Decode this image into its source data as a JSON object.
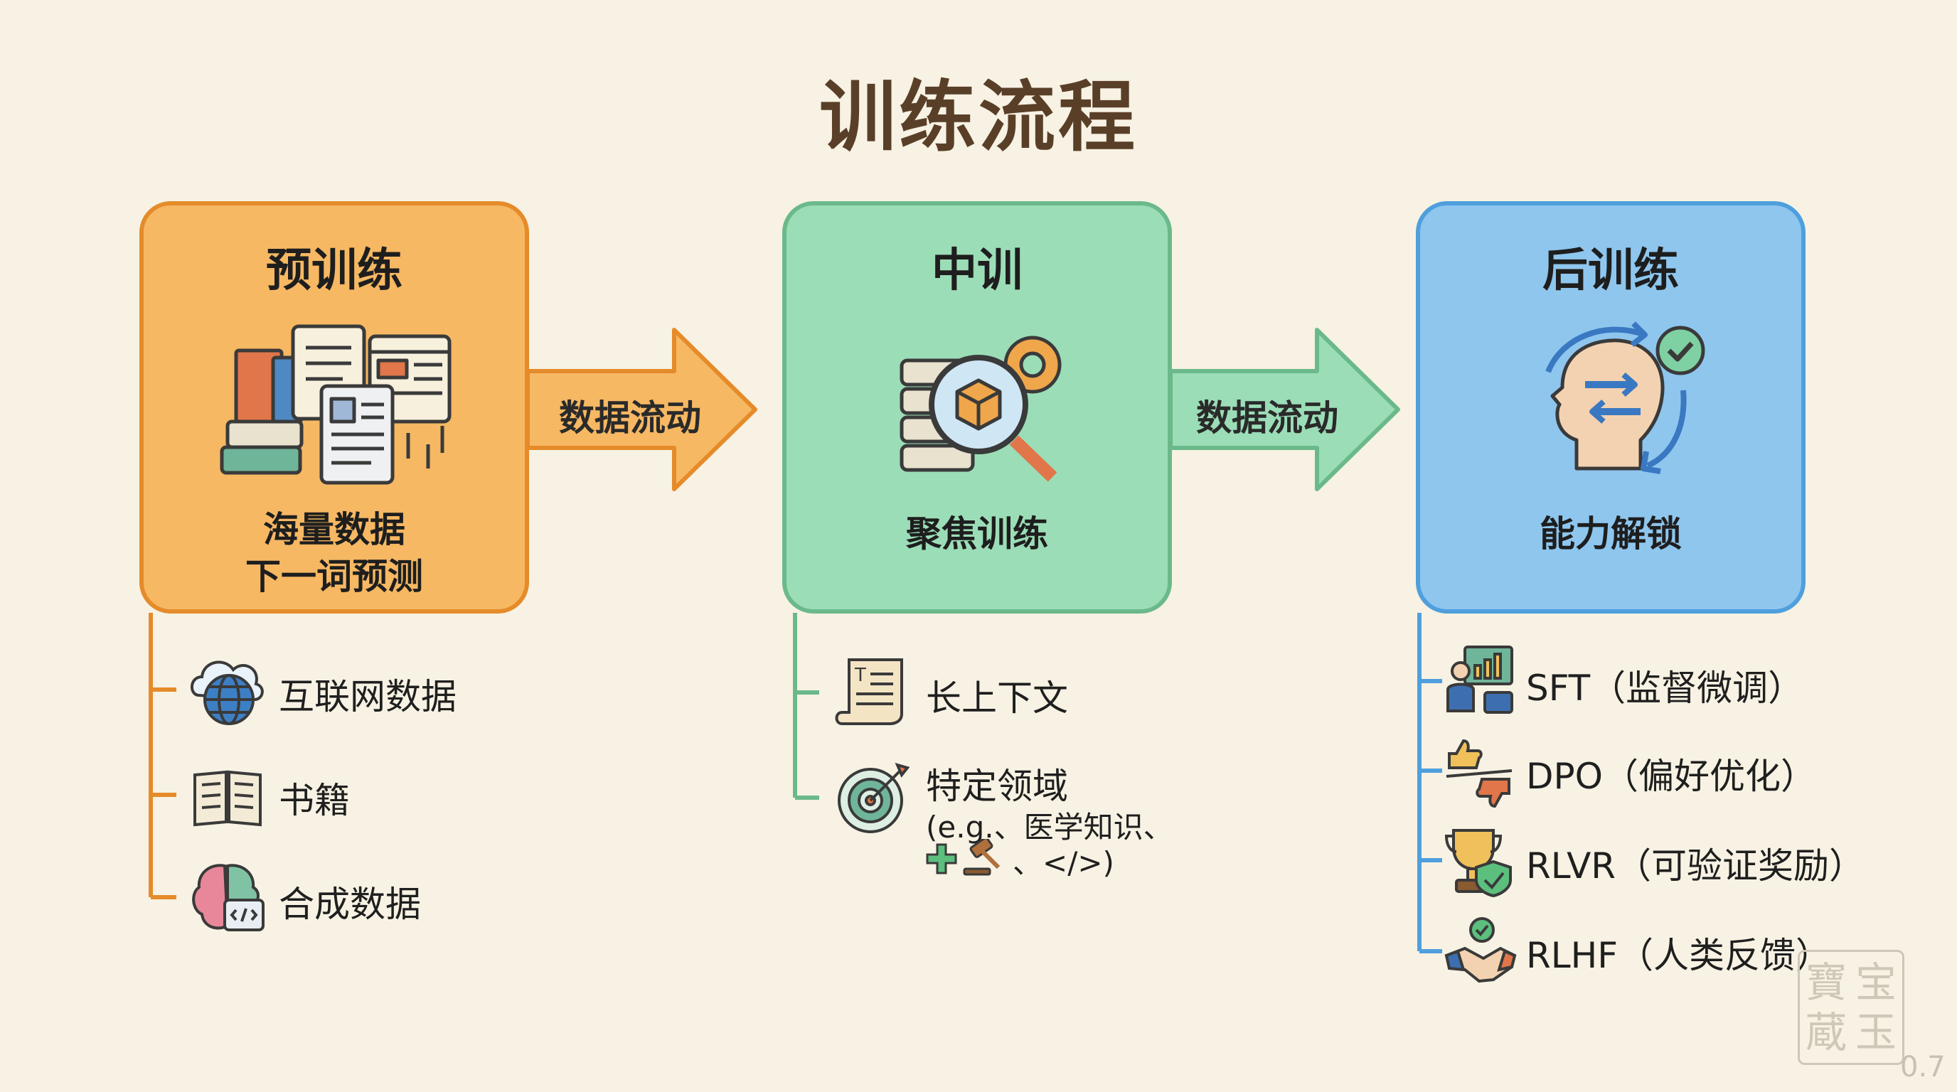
{
  "title": "训练流程",
  "stages": [
    {
      "title": "预训练",
      "desc": [
        "海量数据",
        "下一词预测"
      ],
      "items": [
        {
          "icon": "globe-cloud-icon",
          "label": "互联网数据"
        },
        {
          "icon": "open-book-icon",
          "label": "书籍"
        },
        {
          "icon": "brain-code-icon",
          "label": "合成数据"
        }
      ]
    },
    {
      "title": "中训",
      "desc": [
        "聚焦训练"
      ],
      "items": [
        {
          "icon": "scroll-icon",
          "label": "长上下文"
        },
        {
          "icon": "target-icon",
          "label": "特定领域",
          "sub": [
            "(e.g.、医学知识、",
            "、</>)"
          ]
        }
      ]
    },
    {
      "title": "后训练",
      "desc": [
        "能力解锁"
      ],
      "items": [
        {
          "icon": "teacher-chart-icon",
          "label": "SFT（监督微调）"
        },
        {
          "icon": "thumbs-up-down-icon",
          "label": "DPO（偏好优化）"
        },
        {
          "icon": "trophy-shield-icon",
          "label": "RLVR（可验证奖励）"
        },
        {
          "icon": "handshake-icon",
          "label": "RLHF（人类反馈）"
        }
      ]
    }
  ],
  "arrows": [
    "数据流动",
    "数据流动"
  ],
  "watermark": [
    "寶",
    "宝",
    "蔵",
    "玉"
  ],
  "version": "0.7",
  "colors": {
    "background": "#f7f2e3",
    "title": "#5a3f28",
    "orange_fill": "#f6b863",
    "orange_border": "#e58b2a",
    "green_fill": "#9bddb7",
    "green_border": "#6bb98b",
    "blue_fill": "#8ec6ee",
    "blue_border": "#4f9fdd"
  }
}
